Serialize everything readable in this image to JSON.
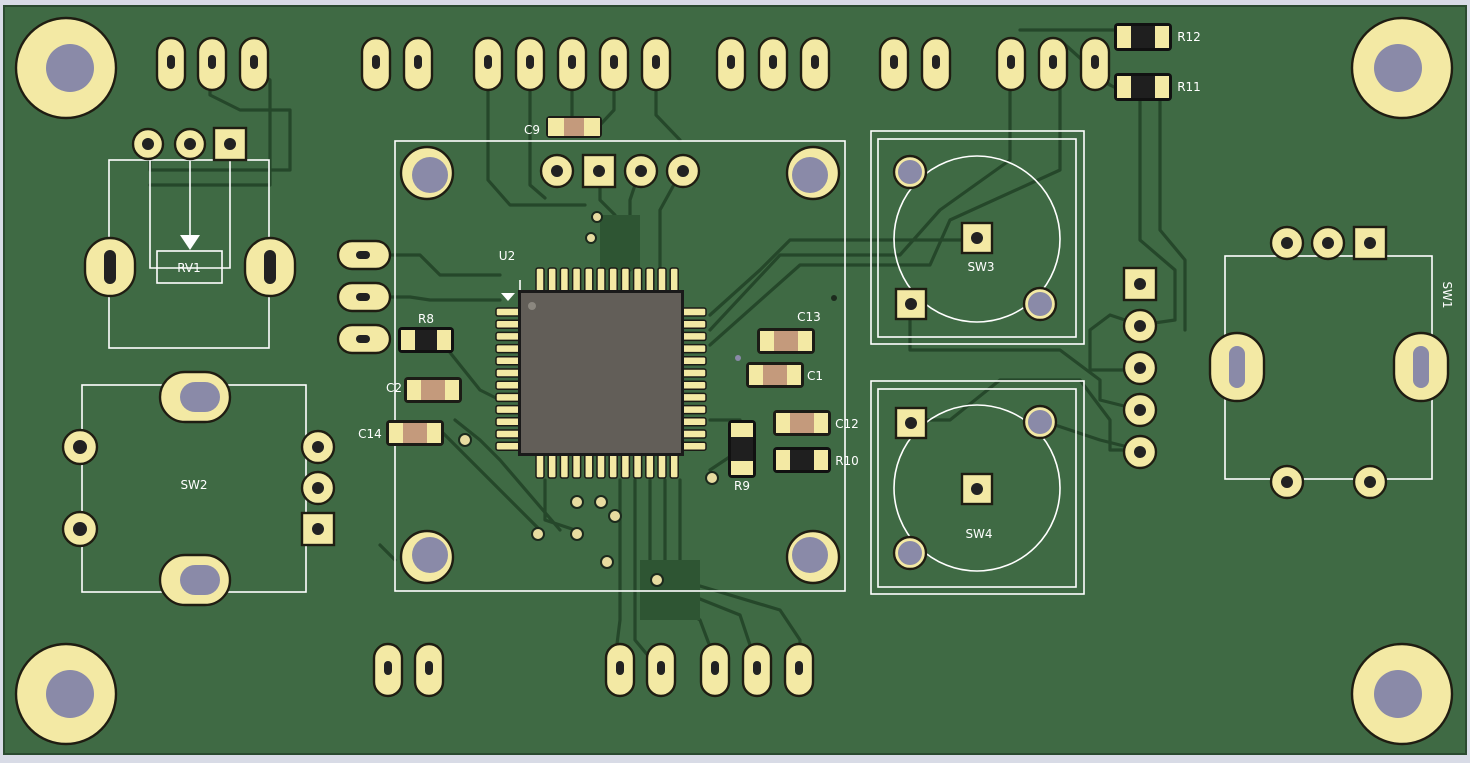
{
  "board": {
    "background": "#3f6a44",
    "silkscreen_color": "#ffffff",
    "pad_color": "#f3e9a4",
    "hole_color": "#8a8aa8"
  },
  "refdes": {
    "u2": "U2",
    "rv1_top": "RV1",
    "sw1": "SW1",
    "sw2": "SW2",
    "sw3": "SW3",
    "sw4": "SW4",
    "r8": "R8",
    "r9": "R9",
    "r10": "R10",
    "r11": "R11",
    "r12": "R12",
    "c1": "C1",
    "c2": "C2",
    "c9": "C9",
    "c12": "C12",
    "c13": "C13",
    "c14": "C14"
  },
  "components": {
    "mcu_package": "QFP-48",
    "mcu_body_color": "#625e58",
    "resistor_body_color": "#1f1f1f",
    "capacitor_body_color": "#c49a7c"
  }
}
